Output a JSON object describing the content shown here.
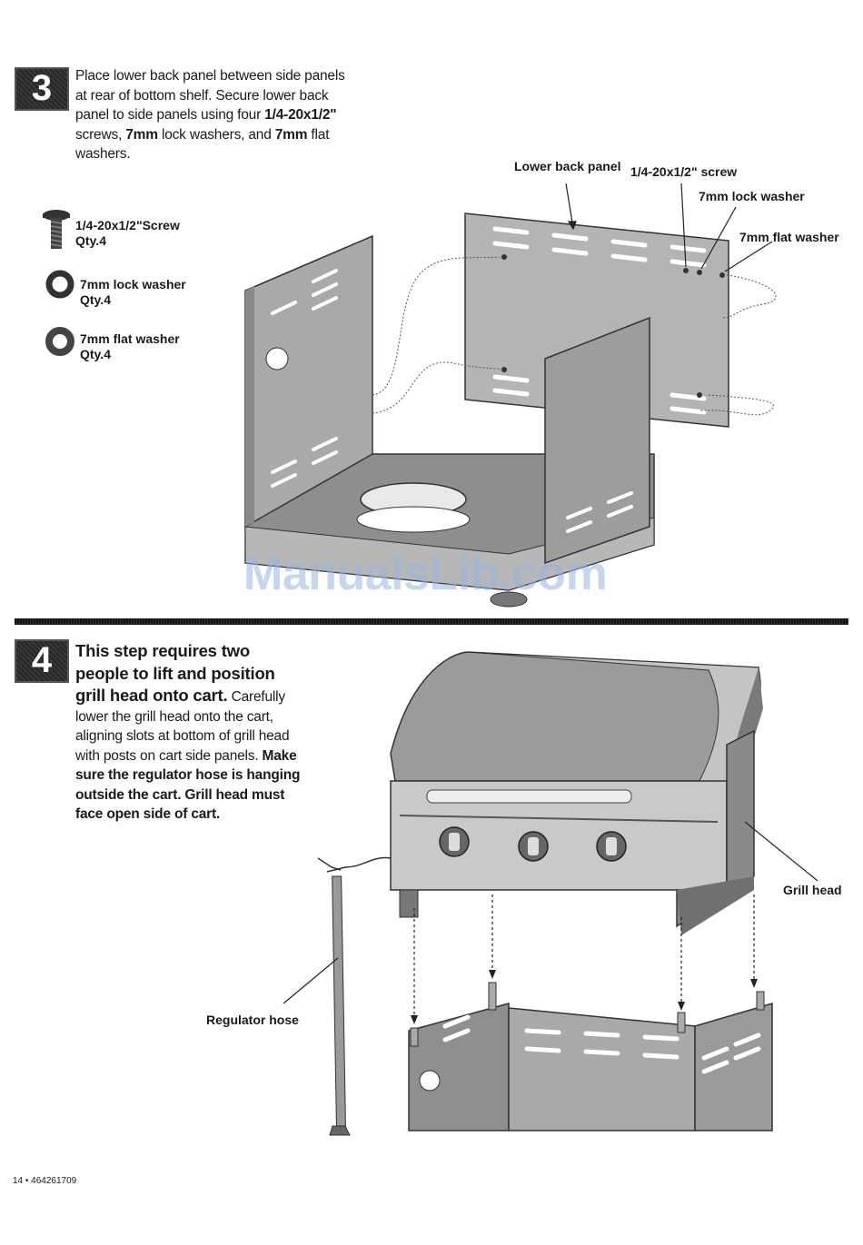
{
  "step3": {
    "number": "3",
    "text_1": "Place lower back panel between side panels at rear of bottom shelf. Secure lower back panel to side panels using four ",
    "screw_spec": "1/4-20x1/2\"",
    "text_2": " screws, ",
    "lock_spec": "7mm",
    "text_3": " lock washers, and ",
    "flat_spec": "7mm",
    "text_4": " flat washers.",
    "parts": [
      {
        "name": "1/4-20x1/2\"Screw",
        "qty": "Qty.4",
        "icon": "screw-icon"
      },
      {
        "name": "7mm lock washer",
        "qty": "Qty.4",
        "icon": "lock-washer-icon"
      },
      {
        "name": "7mm flat washer",
        "qty": "Qty.4",
        "icon": "flat-washer-icon"
      }
    ],
    "callouts": {
      "lower_back_panel": "Lower back panel",
      "screw": "1/4-20x1/2\" screw",
      "lock_washer": "7mm lock washer",
      "flat_washer": "7mm flat washer"
    }
  },
  "watermark": "ManualsLib.com",
  "step4": {
    "number": "4",
    "lead": "This step requires two people to lift and position grill head onto cart.",
    "text_1": " Carefully lower the grill head onto the cart, aligning slots at bottom of grill head with posts on cart side panels. ",
    "bold_2": "Make sure the regulator hose is hanging outside the cart. Grill head must face open side of cart.",
    "callouts": {
      "grill_head": "Grill head",
      "regulator_hose": "Regulator hose"
    }
  },
  "footer": "14 • 464261709",
  "colors": {
    "panel_gray": "#a8a8a8",
    "dark_gray": "#6e6e6e",
    "watermark": "#96b4e1"
  }
}
